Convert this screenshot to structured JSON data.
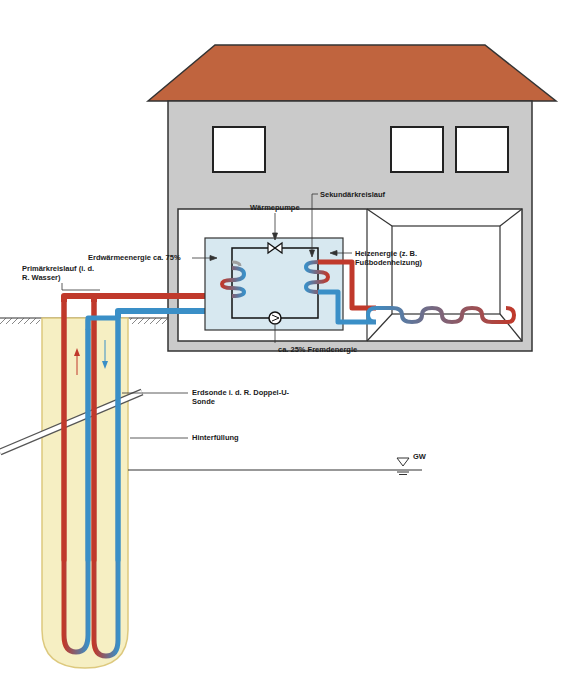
{
  "diagram": {
    "labels": [
      "Sekundärkreislauf",
      "Wärmepumpe",
      "Erdwärmeenergie ca. 75%",
      "Heizenergie (z. B. Fußbodenheizung)",
      "Primärkreislauf (i. d. R. Wasser)",
      "ca. 25% Fremdenergie",
      "Erdsonde i. d. R. Doppel-U-Sonde",
      "Hinterfüllung",
      "GW"
    ]
  }
}
